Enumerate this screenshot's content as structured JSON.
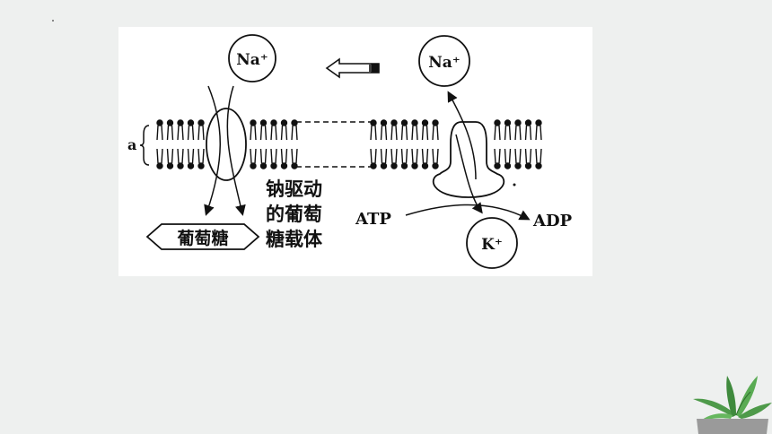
{
  "figure": {
    "na_left": "Na⁺",
    "na_right": "Na⁺",
    "k_ion": "K⁺",
    "membrane_label": "a",
    "glucose": "葡萄糖",
    "carrier_line1": "钠驱动",
    "carrier_line2": "的葡萄",
    "carrier_line3": "糖载体",
    "atp": "ATP",
    "adp": "ADP"
  },
  "colors": {
    "slide_bg": "#eef0ef",
    "figure_bg": "#ffffff",
    "ink": "#111111",
    "plant_green": "#4e9a4a",
    "pot": "#9a9a9a"
  }
}
